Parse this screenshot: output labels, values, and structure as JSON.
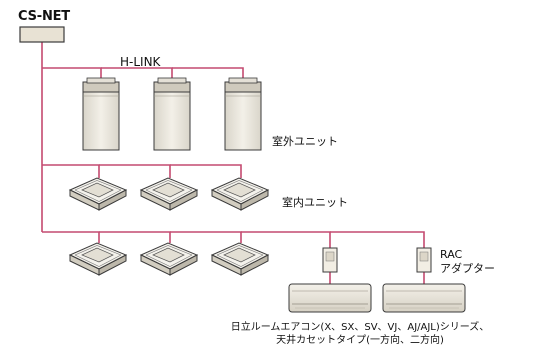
{
  "labels": {
    "cs_net": "CS-NET",
    "h_link": "H-LINK",
    "outdoor_unit": "室外ユニット",
    "indoor_unit": "室内ユニット",
    "rac_adapter": [
      "RAC",
      "アダプター"
    ],
    "footnote": [
      "日立ルームエアコン(X、SX、SV、VJ、AJ/AJL)シリーズ、",
      "天井カセットタイプ(一方向、二方向)"
    ]
  },
  "colors": {
    "network_line": "#c44a70",
    "unit_fill": "#ebe7dc",
    "unit_stroke": "#3b3b3b",
    "controller_fill": "#e8e2d4"
  }
}
